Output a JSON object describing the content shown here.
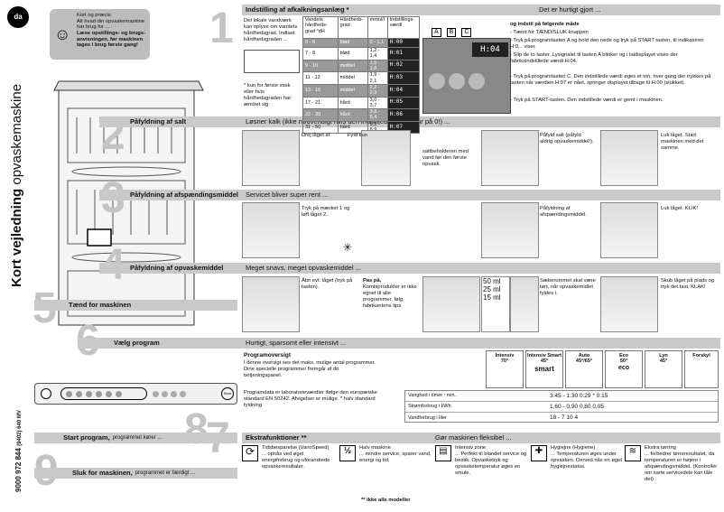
{
  "lang_badge": "da",
  "side": {
    "title_bold": "Kort vejledning",
    "title_rest": " opvaskemaskine",
    "code": "9000 972 844",
    "code2": "(9402) 640 MV"
  },
  "intro": {
    "line1": "Kort og præcis:",
    "line2": "Alt hvad din opvaskemaskine har brug for ...",
    "bold": "Læse opstillings- og brugs-anvisningen, før maskinen tages i brug første gang!"
  },
  "steps": [
    {
      "num": "1",
      "title": "Indstilling af afkalkningsanlæg *",
      "sub": "Det er hurtigt gjort ..."
    },
    {
      "num": "2",
      "title": "Påfyldning af salt",
      "sub": "Løsner kalk (ikke nødvendigt hvis den indstillede værdi står på 0!) ..."
    },
    {
      "num": "3",
      "title": "Påfyldning af afspændingsmiddel",
      "sub": "Servicet bliver super rent ..."
    },
    {
      "num": "4",
      "title": "Påfyldning af opvaskemiddel",
      "sub": "Meget snavs, meget opvaskemiddel ..."
    },
    {
      "num": "5",
      "title": "Tænd for maskinen",
      "sub": ""
    },
    {
      "num": "6",
      "title": "Vælg program",
      "sub": "Hurtigt, sparsomt eller intensivt ..."
    },
    {
      "num": "7",
      "title": "Ekstrafunktioner **",
      "sub": "Gør maskinen fleksibel ..."
    },
    {
      "num": "8",
      "title": "Start program,",
      "sub": "programmet kører ..."
    },
    {
      "num": "9",
      "title": "Sluk for maskinen,",
      "sub": "programmet er færdigt ..."
    }
  ],
  "water": {
    "left_text": "Det lokale vandværk kan oplyse om vandets hårdhedsgrad. Indtast hårdhedsgraden ...",
    "note": "* kun for første vask eller hvis hårdhedsgraden har ændret sig",
    "headers": [
      "Vandets hårdheds-grad °dH",
      "Hårdheds-grad",
      "mmol/l",
      "Indstillings-værdi"
    ],
    "rows": [
      [
        "0 - 6",
        "blød",
        "0 - 1,1",
        "H:00"
      ],
      [
        "7 - 8",
        "blød",
        "1,2 - 1,4",
        "H:01"
      ],
      [
        "9 - 10",
        "middel",
        "1,5 - 1,8",
        "H:02"
      ],
      [
        "11 - 12",
        "middel",
        "1,9 - 2,1",
        "H:03"
      ],
      [
        "13 - 16",
        "middel",
        "2,2 - 2,9",
        "H:04"
      ],
      [
        "17 - 21",
        "hård",
        "3,0 - 3,7",
        "H:05"
      ],
      [
        "22 - 30",
        "hård",
        "3,8 - 5,4",
        "H:06"
      ],
      [
        "31 - 50",
        "hård",
        "5,5 - 8,9",
        "H:07"
      ]
    ],
    "buttons": [
      "A",
      "B",
      "C"
    ],
    "display": "H:04",
    "right_title": "og indstil på følgende måde",
    "right_lines": [
      "- Tænd for TÆND/SLUK knappen",
      "- Tryk på programtasten A og hold den nede og tryk på START tasten, til indikatoren H:0... viser.",
      "- Slip de to taster. Lysignalet til tasten A blinker og i taldisplayet vises der fabriksindstillede værdi H:04.",
      "- Tryk på programtasten C. Den indstillede værdi øges et trin, hver gang der trykkes på tasten når værdien H:07 er nået, springer displayet tilbage til H:00 (slukket).",
      "- Tryk på START-tasten. Den indstillede værdi er gemt i maskinen."
    ]
  },
  "salt": {
    "t1": "Drej låget af.",
    "t2": "Fyld kun",
    "t3": "saltbeholderen med vand før den første opvask.",
    "t4": "Påfyld salt (påfyld aldrig opvaskemiddel!).",
    "t5": "Luk låget. Start maskinen med det samme."
  },
  "rinse": {
    "t1": "Tryk på mærket 1 og løft låget 2.",
    "t2": "Påfyldning af afspændingsmiddel.",
    "t3": "Luk låget. KLIK!"
  },
  "det": {
    "t1": "Åbn evt. låget (tryk på tasten).",
    "t2b": "Pas på,",
    "t2": "Kombiprodukter er ikke egnet til alle programmer, følg fabrikantens tips.",
    "ml": [
      "50 ml",
      "25 ml",
      "15 ml"
    ],
    "t3": "Sæberummet skal være tørt, når opvaskemidlet fyldes i.",
    "t4": "Skub låget på plads og tryk det fast. KLAK!"
  },
  "programs": {
    "title": "Programoversigt",
    "desc": "I denne oversigt ses det maks. mulige antal programmer. Dine specielle programmer fremgår af dit betjeningspanel.",
    "desc2": "Programdata er laboratorieværdier ifølge den europæiske standard EN 50242. Afvigelser er mulige. * halv standard fyldning",
    "items": [
      {
        "name": "Intensiv",
        "temp": "70°"
      },
      {
        "name": "Intensiv Smart",
        "temp": "45°",
        "extra": "smart"
      },
      {
        "name": "Auto",
        "temp": "45°/65°"
      },
      {
        "name": "Eco",
        "temp": "50°",
        "extra": "eco"
      },
      {
        "name": "Lyn",
        "temp": "45°"
      },
      {
        "name": "Forskyl",
        "temp": ""
      }
    ],
    "rows": [
      {
        "label": "Varighed i timer : min.",
        "value": "3:45 - 1:30 0:29 * 0:15"
      },
      {
        "label": "Strømforbrug i kWh",
        "value": "1,60 - 0,90 0,80 0,05"
      },
      {
        "label": "Vandforbrug i liter",
        "value": "18 - 7 10 4"
      }
    ]
  },
  "extras": [
    {
      "icon": "varioSpeed",
      "title": "Tidsbesparelse (VarioSpeed)",
      "text": "... opnås ved øget energiforbrug og uforandrede opvaskeresultater."
    },
    {
      "icon": "half",
      "title": "Halv maskine",
      "text": "... mindre service, sparer vand, energi og tid."
    },
    {
      "icon": "zone",
      "title": "Intensiv zone",
      "text": "... Perfekt til blandet service og bestik. Opvasketryk og opvasketemperatur øges en smule."
    },
    {
      "icon": "hygiene",
      "title": "Hygiejne (Hygiene)",
      "text": "... Temperaturen øges under opvasken. Derved nås en øget hygiejnestatus."
    },
    {
      "icon": "dry",
      "title": "Ekstra tørring",
      "text": "... forbedrer tørreresultatet, da temperaturen er højere i afspændingsmiddel. (Kontrollér om sarte servicedele kan tåle det)"
    }
  ],
  "extras_note": "** ikke alle modeller",
  "panel": {
    "start_btn": "Start"
  }
}
